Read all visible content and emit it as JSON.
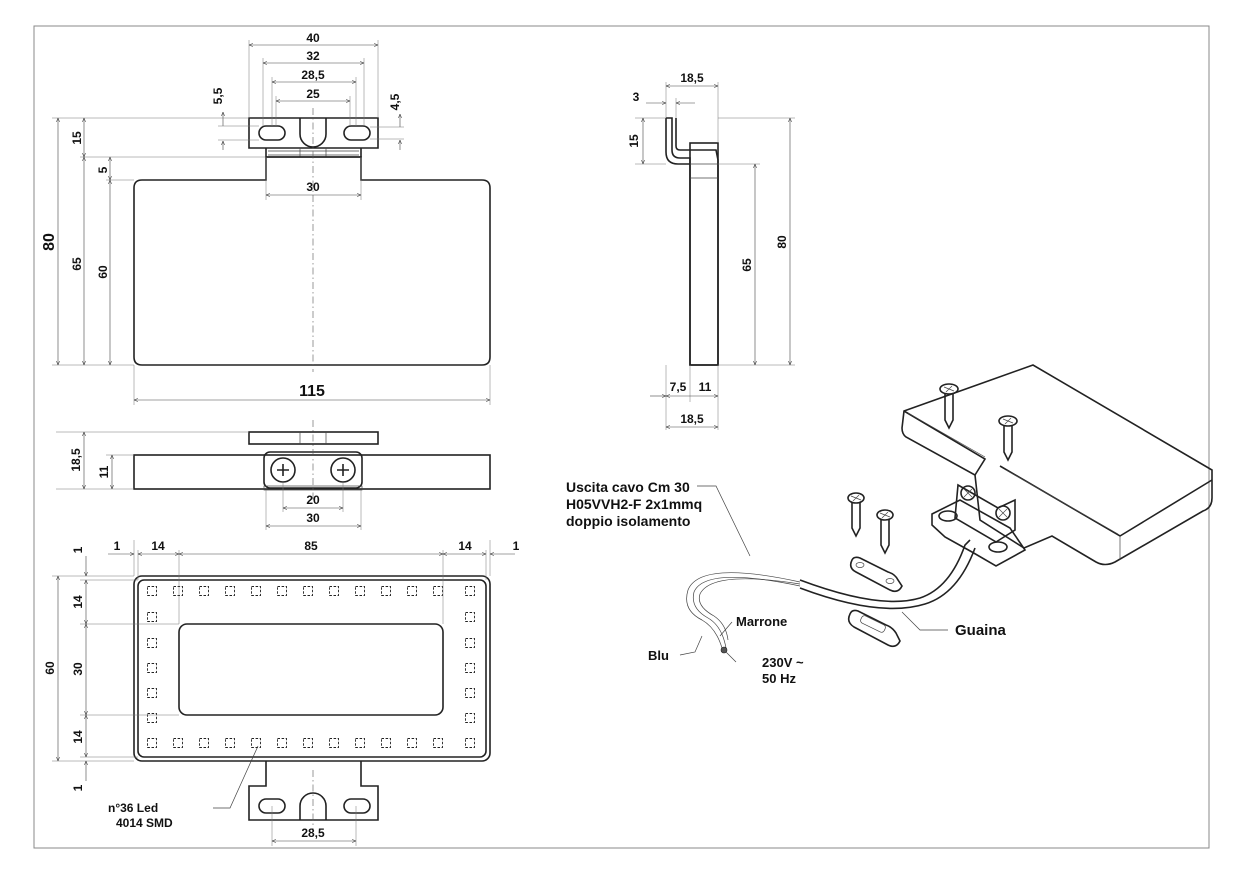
{
  "front_view": {
    "dims": {
      "bracket_width": "40",
      "slot_outer": "32",
      "slot_centers": "28,5",
      "slot_inner": "25",
      "slot_height_left": "5,5",
      "slot_height_right": "4,5",
      "tab_height": "15",
      "neck_height": "5",
      "total_height": "80",
      "body_height": "65",
      "inner_height": "60",
      "neck_width": "30",
      "body_width": "115"
    }
  },
  "side_view": {
    "dims": {
      "top_width": "18,5",
      "bracket_thickness": "3",
      "tab_height": "15",
      "body_height": "65",
      "total_height": "80",
      "offset": "7,5",
      "body_thickness": "11",
      "bottom_width": "18,5"
    }
  },
  "top_view": {
    "dims": {
      "thickness_total": "18,5",
      "thickness_body": "11",
      "screw_spacing": "20",
      "clamp_width": "30"
    }
  },
  "led_view": {
    "dims": {
      "margin_left": "1",
      "col_left": "14",
      "center_width": "85",
      "col_right": "14",
      "margin_right": "1",
      "margin_top": "1",
      "row_top": "14",
      "center_height": "30",
      "row_bottom": "14",
      "margin_bottom": "1",
      "height": "60",
      "bracket_slots": "28,5"
    },
    "led_note_line1": "n°36 Led",
    "led_note_line2": "4014 SMD"
  },
  "iso_view": {
    "cable_line1": "Uscita cavo Cm 30",
    "cable_line2": "H05VVH2-F  2x1mmq",
    "cable_line3": "doppio isolamento",
    "wire_brown": "Marrone",
    "wire_blue": "Blu",
    "voltage": "230V ~",
    "frequency": "50 Hz",
    "sheath": "Guaina"
  }
}
